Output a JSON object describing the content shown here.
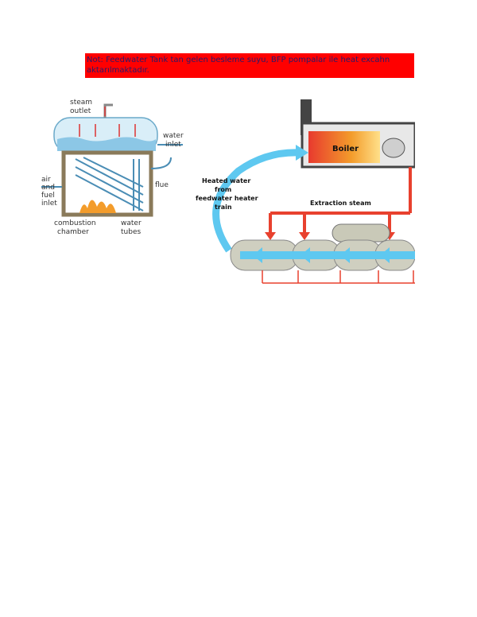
{
  "note": {
    "line1": "Not: Feedwater Tank tan gelen besleme suyu, BFP pompalar ile heat excahn",
    "line2": "aktarılmaktadır."
  },
  "boiler_figure": {
    "labels": {
      "steam_outlet_1": "steam",
      "steam_outlet_2": "outlet",
      "water_inlet_1": "water",
      "water_inlet_2": "inlet",
      "air_1": "air",
      "air_2": "and",
      "air_3": "fuel",
      "air_4": "inlet",
      "flue": "flue",
      "combustion_1": "combustion",
      "combustion_2": "chamber",
      "water_tubes_1": "water",
      "water_tubes_2": "tubes"
    }
  },
  "heater_figure": {
    "boiler_label": "Boiler",
    "heated_water_1": "Heated water",
    "heated_water_2": "from",
    "heated_water_3": "feedwater heater",
    "heated_water_4": "train",
    "extraction_steam": "Extraction steam"
  },
  "colors": {
    "note_bg": "#ff0000",
    "steam_red": "#e8412e",
    "water_blue": "#5ec8f0"
  }
}
